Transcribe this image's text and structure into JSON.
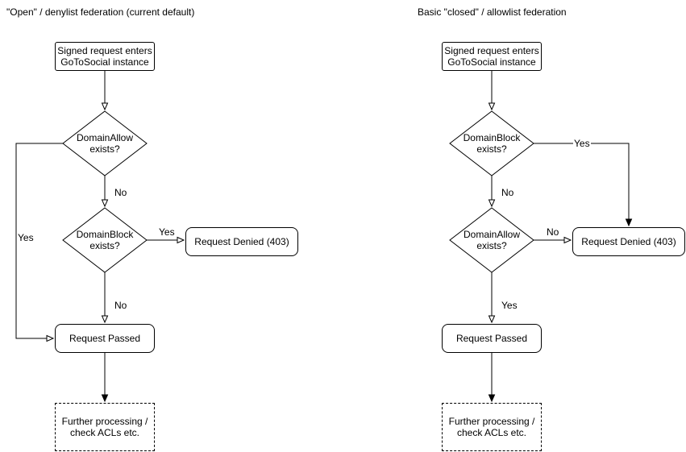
{
  "left_flow": {
    "title": "\"Open\" / denylist federation (current default)",
    "start": "Signed request enters\nGoToSocial instance",
    "decision_allow": "DomainAllow\nexists?",
    "decision_block": "DomainBlock\nexists?",
    "denied": "Request Denied (403)",
    "passed": "Request Passed",
    "further": "Further processing /\ncheck ACLs etc.",
    "label_allow_no": "No",
    "label_allow_yes": "Yes",
    "label_block_yes": "Yes",
    "label_block_no": "No"
  },
  "right_flow": {
    "title": "Basic \"closed\" / allowlist federation",
    "start": "Signed request enters\nGoToSocial instance",
    "decision_block": "DomainBlock\nexists?",
    "decision_allow": "DomainAllow\nexists?",
    "denied": "Request Denied (403)",
    "passed": "Request Passed",
    "further": "Further processing /\ncheck ACLs etc.",
    "label_block_yes": "Yes",
    "label_block_no": "No",
    "label_allow_no": "No",
    "label_allow_yes": "Yes"
  },
  "colors": {
    "stroke": "#000000",
    "node_fill": "#ffffff",
    "background": "#ffffff"
  }
}
